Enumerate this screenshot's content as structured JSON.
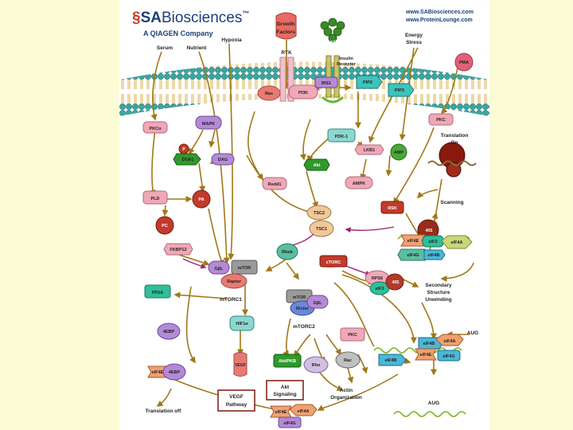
{
  "header": {
    "logo_prefix": "SA",
    "logo_main": "Biosciences",
    "logo_trademark": "™",
    "company": "A QIAGEN Company",
    "url1": "www.SABiosciences.com",
    "url2": "www.ProteinLounge.com"
  },
  "signals": {
    "serum": "Serum",
    "nutrient": "Nutrient",
    "hypoxia": "Hypoxia",
    "growth_factors_1": "Growth",
    "growth_factors_2": "Factors",
    "insulin": "Insulin",
    "energy_stress_1": "Energy",
    "energy_stress_2": "Stress"
  },
  "membrane": {
    "rtk": "RTK",
    "insulin_receptor_1": "Insulin",
    "insulin_receptor_2": "Receptor"
  },
  "nodes": {
    "pma": "PMA",
    "ras": "Ras",
    "pi3k": "PI3K",
    "irs1": "IRS1",
    "pip2": "PIP2",
    "pip3": "PIP3",
    "pkc_top": "PKC",
    "pkca": "PKCα",
    "mapk": "MAPK",
    "pdk1": "PDK-1",
    "lkb1": "LKB1",
    "amp": "AMP",
    "akt": "Akt",
    "ampk": "AMPK",
    "p": "P",
    "dgk": "DGKζ",
    "dag": "DAG",
    "redd1": "Redd1",
    "pld": "PLD",
    "pa": "PA",
    "pc": "PC",
    "tsc2": "TSC2",
    "tsc1": "TSC1",
    "rsk": "RSK",
    "fkbp12": "FKBP12",
    "rheb": "Rheb",
    "gbl1": "GβL",
    "mtor1": "mTOR",
    "raptor": "Raptor",
    "ctorc": "cTORC",
    "pp2a": "PP2A",
    "mtor2": "mTOR",
    "rictor": "Rictor",
    "gbl2": "GβL",
    "rps6": "RPS6",
    "eif3_b": "eIF3",
    "s6_40": "40S",
    "hif1a": "HIF1α",
    "ebp4_1": "4EBP",
    "eif4e_l": "eIF4E",
    "ebp4_2": "4EBP",
    "vegf": "VEGF",
    "pkc_mid": "PKC",
    "aktpkb": "Akt/PKB",
    "rho": "Rho",
    "rac": "Rac",
    "eif4b_mid": "eIF4B",
    "eif4e_t": "eIF4E",
    "eif3_t": "eIF3",
    "eif4a_t": "eIF4A",
    "eif4g_t": "eIF4G",
    "eif4b_t": "eIF4B",
    "s40_t": "40S",
    "eif4b_r": "eIF4B",
    "eif4a_r": "eIF4A",
    "eif4e_r": "eIF4E",
    "eif4g_r": "eIF4G",
    "eif4e_b": "eIF4E",
    "eif4a_b": "eIF4A",
    "eif4g_b": "eIF4G"
  },
  "labels": {
    "translation_on_1": "Translation",
    "translation_on_2": "On",
    "scanning": "Scanning",
    "mtorc1": "mTORC1",
    "mtorc2": "mTORC2",
    "secondary_1": "Secondary",
    "secondary_2": "Structure",
    "secondary_3": "Unwinding",
    "aug_r": "AUG",
    "aug_b": "AUG",
    "actin_1": "Actin",
    "actin_2": "Organization",
    "translation_off": "Translation off"
  },
  "boxes": {
    "vegf_1": "VEGF",
    "vegf_2": "Pathway",
    "akt_sig_1": "Akt",
    "akt_sig_2": "Signaling"
  },
  "colors": {
    "background": "#fbfbd6",
    "membrane_head": "#3aa6a0",
    "arrow": "#a07818",
    "inhibit": "#a0207a",
    "purple": "#b48ad6",
    "pink": "#f0a8b8",
    "green": "#3a9a2e",
    "teal": "#2ab8b0",
    "red": "#c23a2a"
  }
}
